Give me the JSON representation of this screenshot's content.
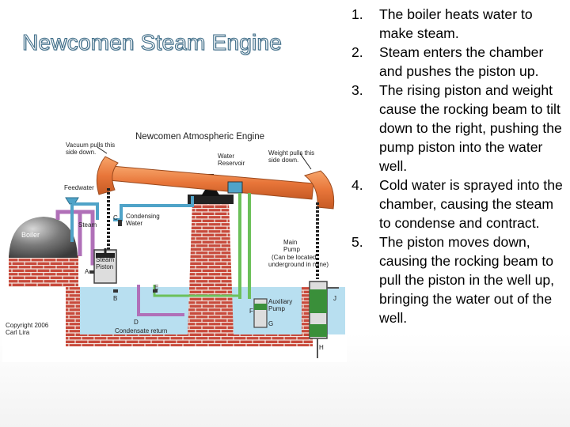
{
  "slide": {
    "title": "Newcomen Steam Engine",
    "steps": [
      {
        "num": "1.",
        "text": "The boiler heats water to make steam."
      },
      {
        "num": "2.",
        "text": "Steam enters the chamber and pushes the piston up."
      },
      {
        "num": "3.",
        "text": "The rising piston and weight cause the rocking beam to tilt down to the right, pushing the pump piston into the water well."
      },
      {
        "num": "4.",
        "text": "Cold water is sprayed into the chamber, causing the steam to condense and contract."
      },
      {
        "num": "5.",
        "text": "The piston moves down, causing the rocking beam to pull the piston in the well up, bringing the water out of the well."
      }
    ]
  },
  "diagram": {
    "title": "Newcomen Atmospheric Engine",
    "labels": {
      "vacuum": [
        "Vacuum pulls this",
        "side down."
      ],
      "weight": [
        "Weight pulls this",
        "side down."
      ],
      "water_reservoir": [
        "Water",
        "Reservoir"
      ],
      "feedwater": "Feedwater",
      "steam": "Steam",
      "c": "C",
      "condensing_water": [
        "Condensing",
        "Water"
      ],
      "boiler": "Boiler",
      "steam_piston": [
        "Steam",
        "Piston"
      ],
      "a": "A",
      "b": "B",
      "e": "E",
      "d": "D",
      "condensate_return": "Condensate return",
      "main_pump": [
        "Main",
        "Pump",
        "(Can be located",
        "underground in mine)"
      ],
      "auxiliary_pump": [
        "Auxiliary",
        "Pump"
      ],
      "f": "F",
      "g": "G",
      "j": "J",
      "h": "H",
      "copyright": [
        "Copyright 2006",
        "Carl Lira"
      ]
    },
    "colors": {
      "beam": "#e8763a",
      "brick": "#c84a3c",
      "water": "#b8dff0",
      "steam_pipe": "#b070b8",
      "water_pipe": "#4fa3c8",
      "green_pipe": "#6cc05a",
      "boiler": "#6f6f6f"
    }
  }
}
